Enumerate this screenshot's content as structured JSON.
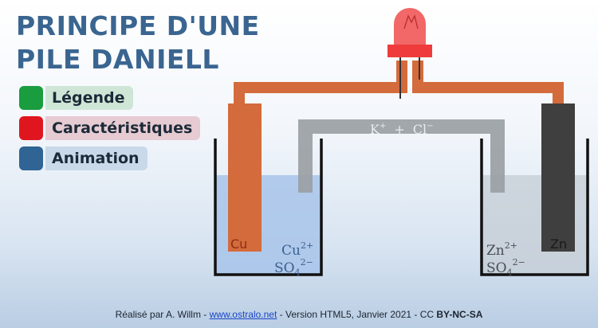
{
  "title": {
    "line1": "PRINCIPE D'UNE",
    "line2": "PILE DANIELL"
  },
  "menu": [
    {
      "label": "Légende",
      "color": "#1a9d3f",
      "bg": "#cfe6d7"
    },
    {
      "label": "Caractéristiques",
      "color": "#e0161f",
      "bg": "#e6cbd2"
    },
    {
      "label": "Animation",
      "color": "#2f6494",
      "bg": "#c9d9ea"
    }
  ],
  "diagram": {
    "bridge_label": {
      "k": "K",
      "k_sup": "+",
      "plus": "+",
      "cl": "Cl",
      "cl_sup": "−"
    },
    "left": {
      "electrode": "Cu",
      "ion1": "Cu",
      "ion1_sup": "2+",
      "ion2": "SO",
      "ion2_sub": "4",
      "ion2_sup": "2−"
    },
    "right": {
      "electrode": "Zn",
      "ion1": "Zn",
      "ion1_sup": "2+",
      "ion2": "SO",
      "ion2_sub": "4",
      "ion2_sup": "2−"
    },
    "colors": {
      "copper": "#d46b3c",
      "zinc": "#3f3f3f",
      "wire": "#d46b3c",
      "bridge": "#9aa0a4",
      "led": "#f04a4a",
      "left_solution": "#a8c4ea",
      "right_solution": "#c4ccd4"
    }
  },
  "footer": {
    "prefix": "Réalisé par A. Willm - ",
    "link": "www.ostralo.net",
    "middle": " - Version HTML5, Janvier 2021 - CC ",
    "license": "BY-NC-SA"
  }
}
